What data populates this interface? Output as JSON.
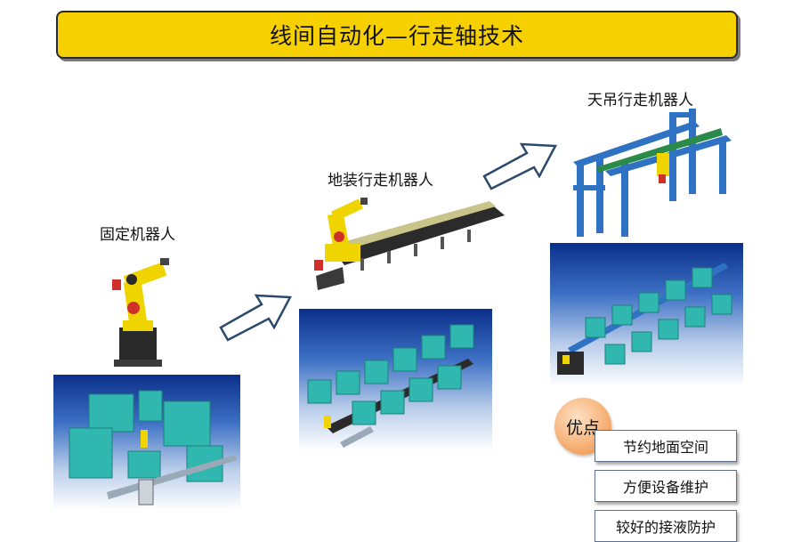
{
  "title": "线间自动化—行走轴技术",
  "stages": [
    {
      "label": "固定机器人"
    },
    {
      "label": "地装行走机器人"
    },
    {
      "label": "天吊行走机器人"
    }
  ],
  "advantages": {
    "badge": "优点",
    "items": [
      "节约地面空间",
      "方便设备维护",
      "较好的接液防护"
    ]
  },
  "colors": {
    "banner": "#f7d000",
    "robot": "#f0d400",
    "gantry": "#2f72c4",
    "machine": "#2fb7b0",
    "badge": "#f4a35c",
    "arrow_outline": "#2b4a6b"
  },
  "icons": [
    "fixed-robot-icon",
    "floor-track-robot-icon",
    "overhead-gantry-robot-icon",
    "right-arrow-icon"
  ]
}
